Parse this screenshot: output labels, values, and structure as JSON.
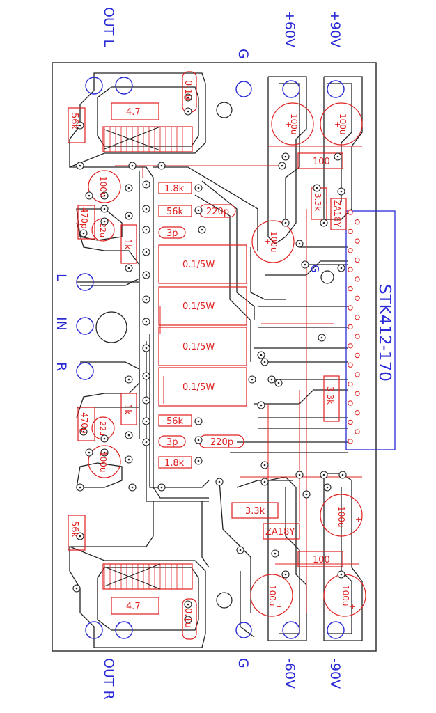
{
  "labels": {
    "out_l": "OUT L",
    "out_r": "OUT R",
    "g_top": "G",
    "g_bottom": "G",
    "pos60": "+60V",
    "pos90": "+90V",
    "neg60": "-60V",
    "neg90": "-90V",
    "l": "L",
    "in": "IN",
    "r": "R",
    "g_mid": "G",
    "chip": "STK412-170"
  },
  "components": {
    "r47_top": "4.7",
    "r47_bot": "4.7",
    "c01u_top": "0.1u",
    "c01u_bot": "0.1u",
    "r56k_left_top": "56k",
    "r56k_left_bot": "56k",
    "c100u_l": "100u",
    "c100u_r": "100u",
    "c470p_top": "470p",
    "c470p_bot": "470p",
    "c22u_top": "22u",
    "c22u_bot": "22u",
    "r1k_top": "1k",
    "r1k_bot": "1k",
    "r18k_top": "1.8k",
    "r18k_bot": "1.8k",
    "r56k_top": "56k",
    "r56k_bot": "56k",
    "c220p_top": "220p",
    "c220p_bot": "220p",
    "c3p_top": "3p",
    "c3p_bot": "3p",
    "r01_1": "0.1/5W",
    "r01_2": "0.1/5W",
    "r01_3": "0.1/5W",
    "r01_4": "0.1/5W",
    "c100u_p60": "100u",
    "c100u_p90": "100u",
    "r100_top": "100",
    "r33k_top": "3.3k",
    "z18_top": "ZA18Y",
    "c100u_chip": "100u",
    "r33k_mid": "3.3k",
    "r33k_bot": "3.3k",
    "z18_bot": "ZA18Y",
    "c100u_br": "100u",
    "r100_bot": "100",
    "c100u_n60": "100u",
    "c100u_n90": "100u"
  }
}
